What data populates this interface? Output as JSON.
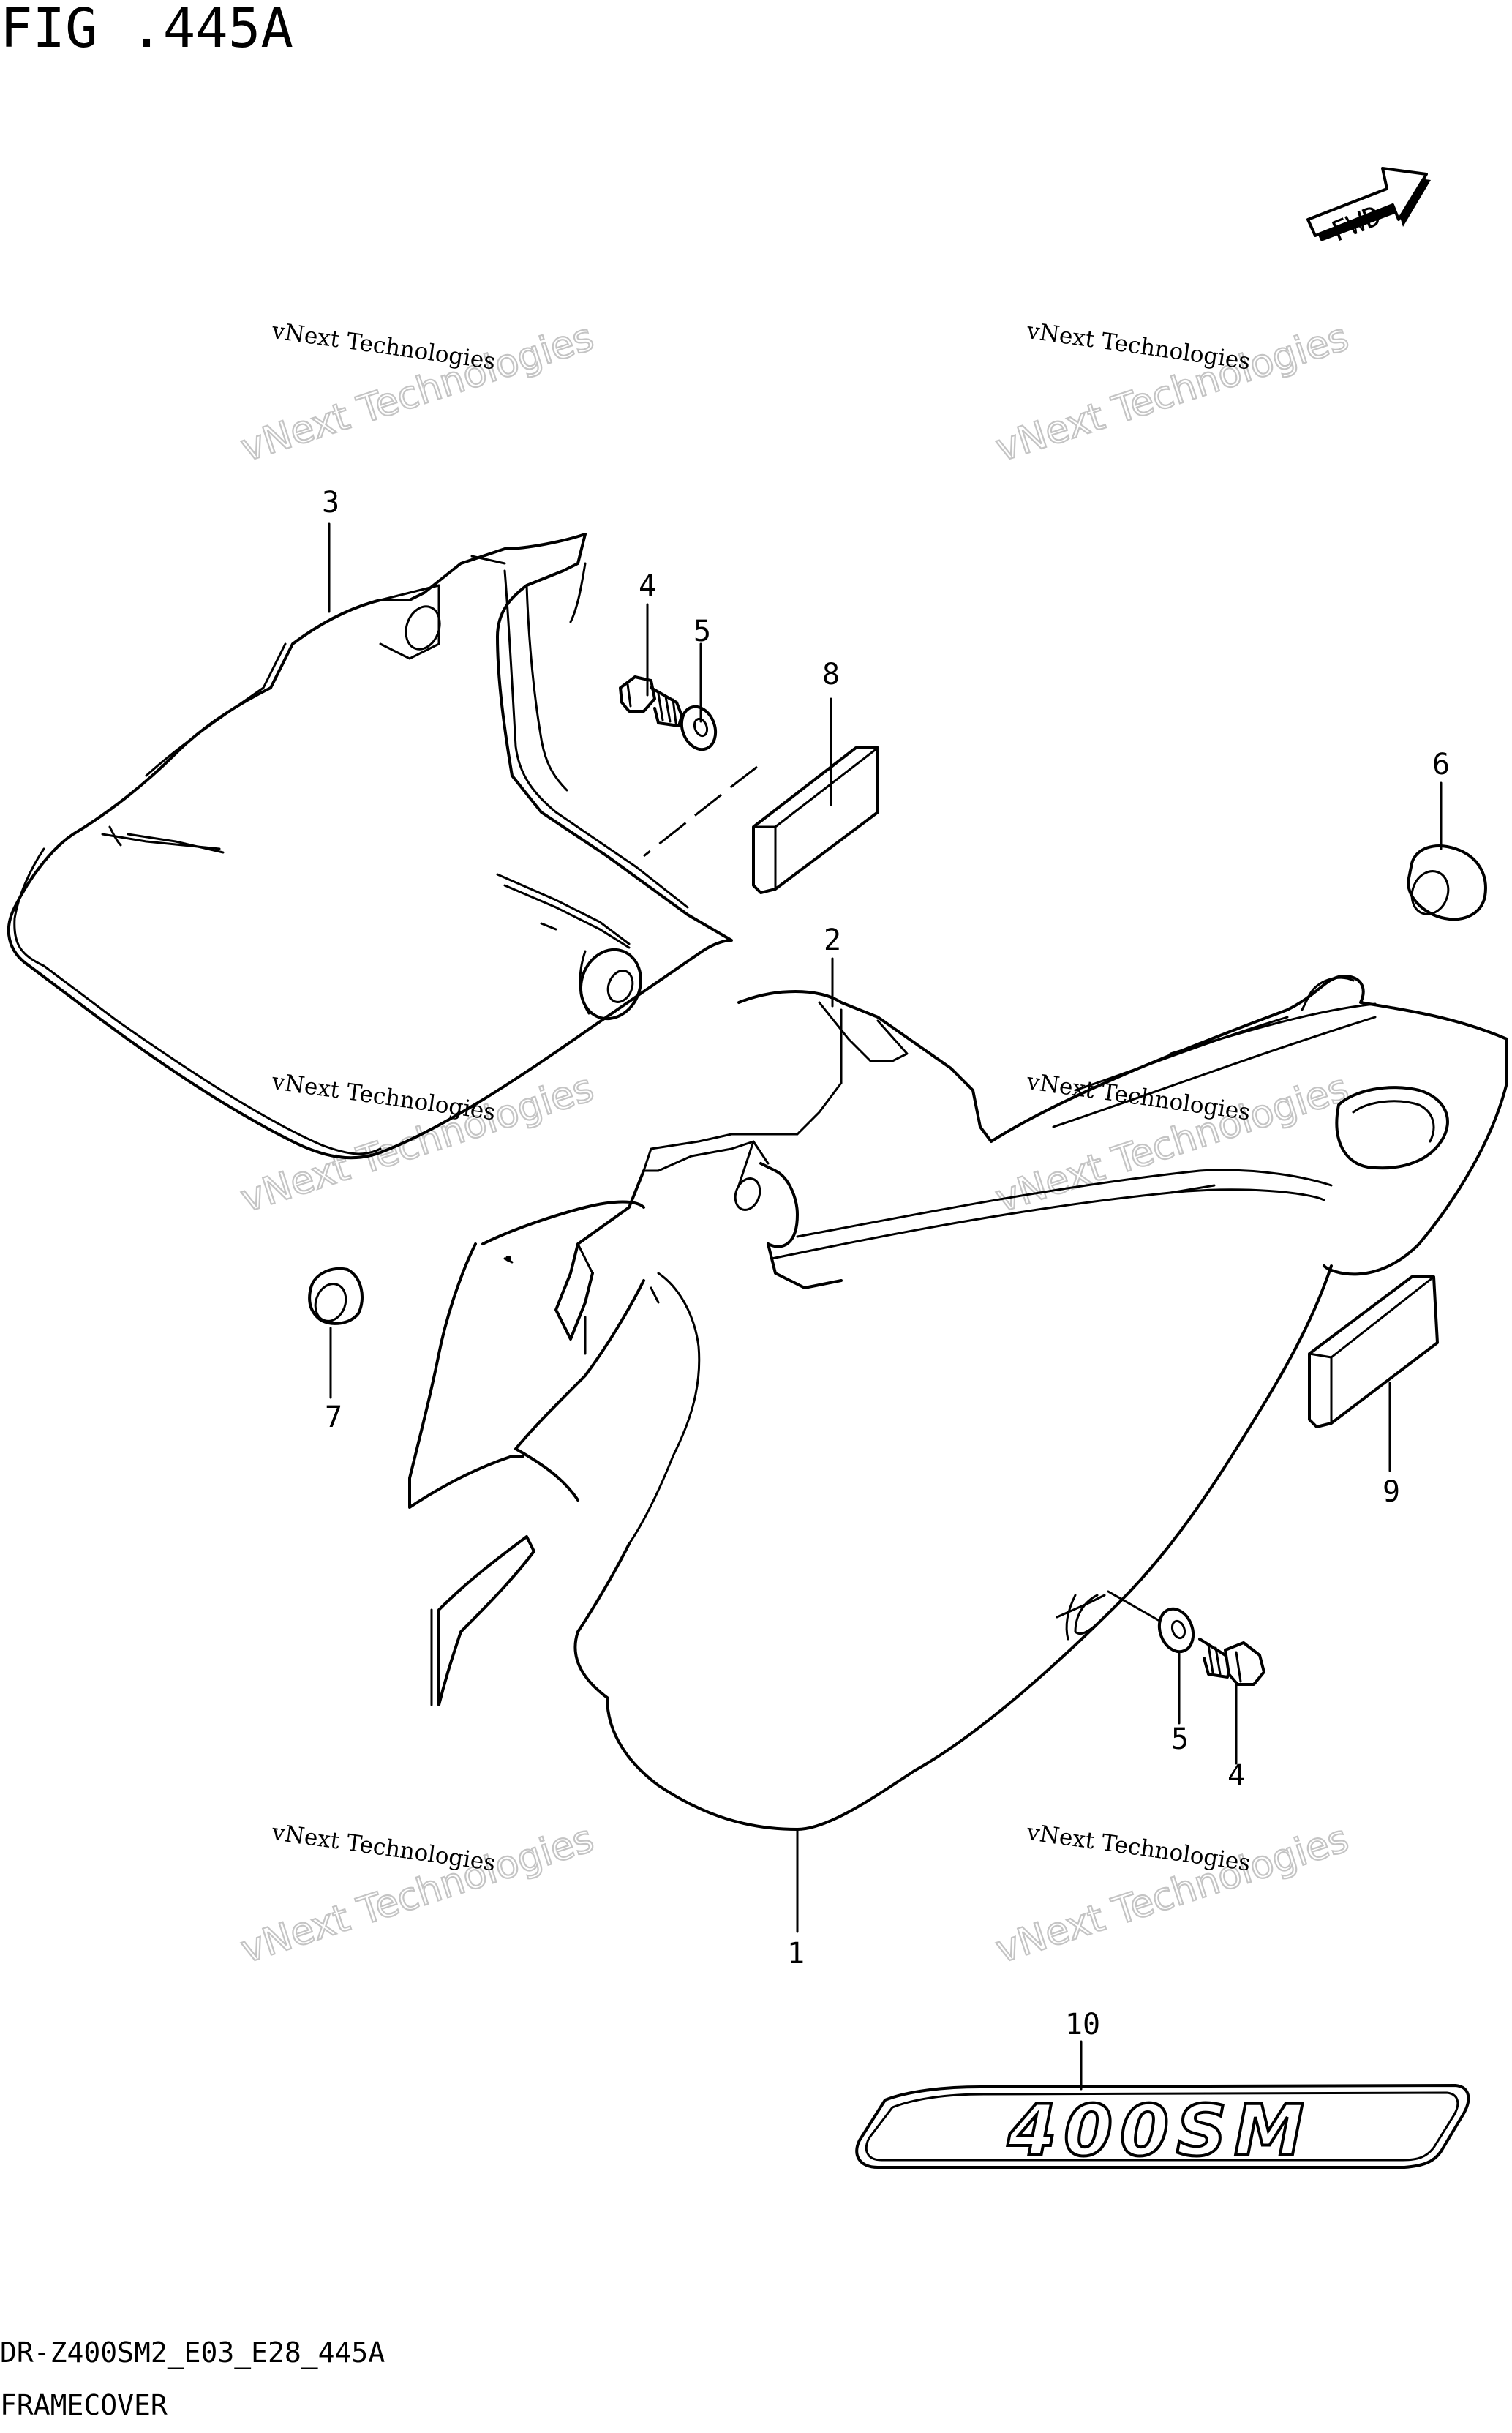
{
  "figure": {
    "title": "FIG .445A",
    "model_code": "DR-Z400SM2_E03_E28_445A",
    "caption": "FRAMECOVER",
    "fwd_label": "FWD",
    "emblem_text": "400SM"
  },
  "watermark": {
    "line1": "vNext Technologies",
    "line2": "vNext Technologies"
  },
  "callouts": [
    {
      "id": "1",
      "label": "1"
    },
    {
      "id": "2",
      "label": "2"
    },
    {
      "id": "3",
      "label": "3"
    },
    {
      "id": "4a",
      "label": "4"
    },
    {
      "id": "4b",
      "label": "4"
    },
    {
      "id": "5a",
      "label": "5"
    },
    {
      "id": "5b",
      "label": "5"
    },
    {
      "id": "6",
      "label": "6"
    },
    {
      "id": "7",
      "label": "7"
    },
    {
      "id": "8",
      "label": "8"
    },
    {
      "id": "9",
      "label": "9"
    },
    {
      "id": "10",
      "label": "10"
    }
  ]
}
